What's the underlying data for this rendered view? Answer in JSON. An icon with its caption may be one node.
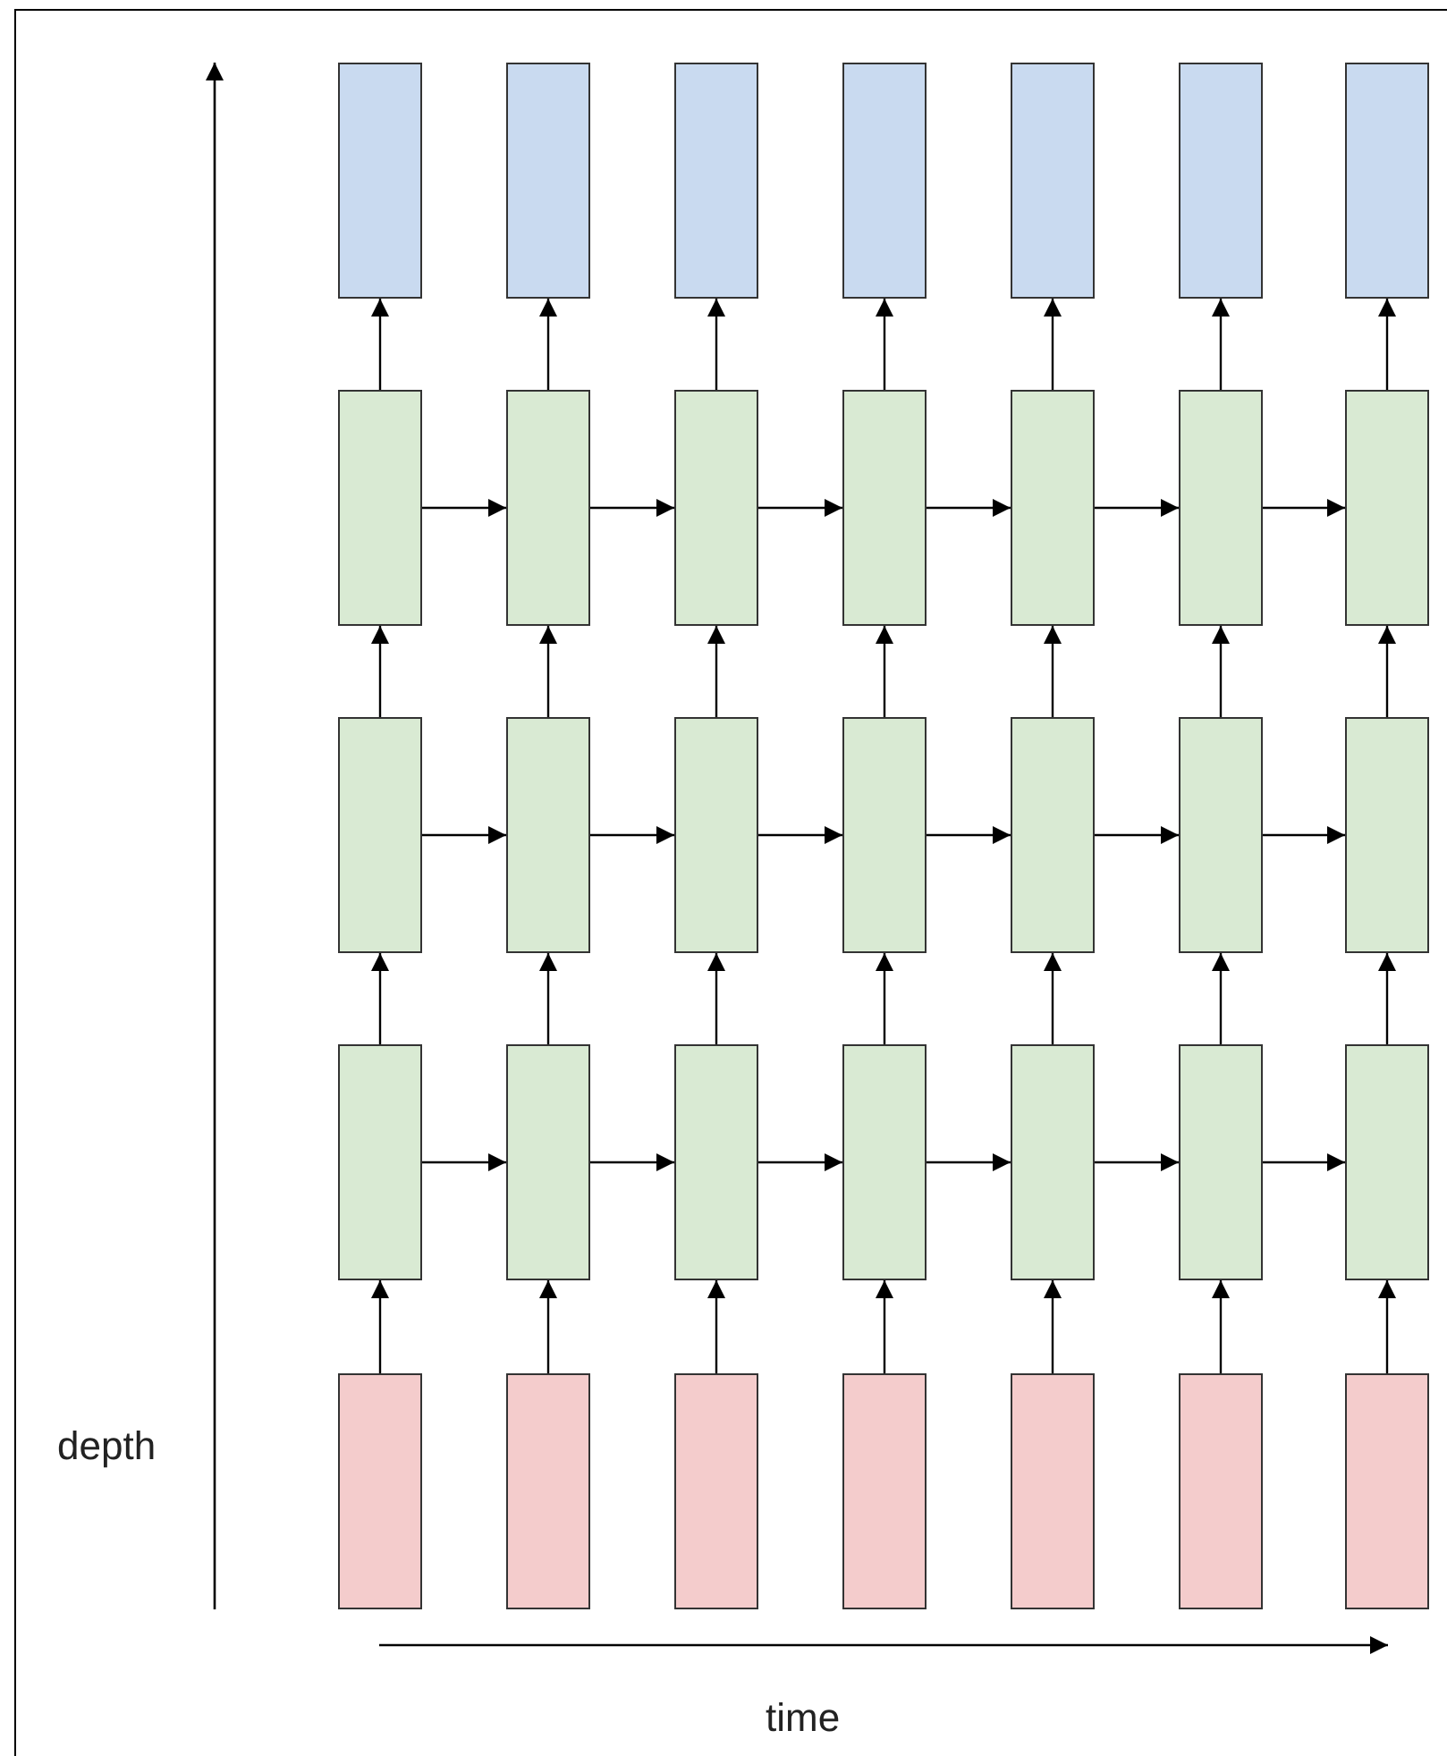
{
  "diagram": {
    "nodes": [
      {
        "text": [],
        "shape": "box"
      },
      {
        "text": [],
        "shape": "box"
      },
      {
        "text": [],
        "shape": "box"
      },
      {
        "text": [],
        "shape": "box"
      },
      {
        "text": [],
        "shape": "box"
      },
      {
        "text": [],
        "shape": "box"
      },
      {
        "text": [],
        "shape": "box"
      },
      {
        "text": [],
        "shape": "box"
      },
      {
        "text": [],
        "shape": "box"
      },
      {
        "text": [],
        "shape": "box"
      },
      {
        "text": [],
        "shape": "box"
      },
      {
        "text": [],
        "shape": "box"
      },
      {
        "text": [],
        "shape": "box"
      },
      {
        "text": [],
        "shape": "box"
      },
      {
        "text": [],
        "shape": "box"
      },
      {
        "text": [],
        "shape": "box"
      },
      {
        "text": [],
        "shape": "box"
      },
      {
        "text": [],
        "shape": "box"
      },
      {
        "text": [],
        "shape": "box"
      },
      {
        "text": [],
        "shape": "box"
      },
      {
        "text": [],
        "shape": "box"
      },
      {
        "text": [],
        "shape": "box"
      },
      {
        "text": [],
        "shape": "box"
      },
      {
        "text": [],
        "shape": "box"
      },
      {
        "text": [],
        "shape": "box"
      },
      {
        "text": [],
        "shape": "box"
      },
      {
        "text": [],
        "shape": "box"
      },
      {
        "text": [],
        "shape": "box"
      },
      {
        "text": [],
        "shape": "box"
      },
      {
        "text": [],
        "shape": "box"
      },
      {
        "text": [],
        "shape": "box"
      },
      {
        "text": [],
        "shape": "box"
      },
      {
        "text": [],
        "shape": "box"
      },
      {
        "text": [],
        "shape": "box"
      },
      {
        "text": [],
        "shape": "box"
      }
    ],
    "edges": [
      {
        "from": 7,
        "to": 0,
        "arrow": "to"
      },
      {
        "from": 8,
        "to": 1,
        "arrow": "to"
      },
      {
        "from": 9,
        "to": 2,
        "arrow": "to"
      },
      {
        "from": 10,
        "to": 3,
        "arrow": "to"
      },
      {
        "from": 11,
        "to": 4,
        "arrow": "to"
      },
      {
        "from": 12,
        "to": 5,
        "arrow": "to"
      },
      {
        "from": 13,
        "to": 6,
        "arrow": "to"
      },
      {
        "from": 7,
        "to": 8,
        "arrow": "to"
      },
      {
        "from": 8,
        "to": 9,
        "arrow": "to"
      },
      {
        "from": 9,
        "to": 10,
        "arrow": "to"
      },
      {
        "from": 10,
        "to": 11,
        "arrow": "to"
      },
      {
        "from": 11,
        "to": 12,
        "arrow": "to"
      },
      {
        "from": 12,
        "to": 13,
        "arrow": "to"
      },
      {
        "from": 14,
        "to": 7,
        "arrow": "to"
      },
      {
        "from": 15,
        "to": 8,
        "arrow": "to"
      },
      {
        "from": 16,
        "to": 9,
        "arrow": "to"
      },
      {
        "from": 17,
        "to": 10,
        "arrow": "to"
      },
      {
        "from": 18,
        "to": 11,
        "arrow": "to"
      },
      {
        "from": 19,
        "to": 12,
        "arrow": "to"
      },
      {
        "from": 20,
        "to": 13,
        "arrow": "to"
      },
      {
        "from": 14,
        "to": 15,
        "arrow": "to"
      },
      {
        "from": 15,
        "to": 16,
        "arrow": "to"
      },
      {
        "from": 16,
        "to": 17,
        "arrow": "to"
      },
      {
        "from": 17,
        "to": 18,
        "arrow": "to"
      },
      {
        "from": 18,
        "to": 19,
        "arrow": "to"
      },
      {
        "from": 19,
        "to": 20,
        "arrow": "to"
      },
      {
        "from": 21,
        "to": 14,
        "arrow": "to"
      },
      {
        "from": 22,
        "to": 15,
        "arrow": "to"
      },
      {
        "from": 23,
        "to": 16,
        "arrow": "to"
      },
      {
        "from": 24,
        "to": 17,
        "arrow": "to"
      },
      {
        "from": 25,
        "to": 18,
        "arrow": "to"
      },
      {
        "from": 26,
        "to": 19,
        "arrow": "to"
      },
      {
        "from": 27,
        "to": 20,
        "arrow": "to"
      },
      {
        "from": 21,
        "to": 22,
        "arrow": "to"
      },
      {
        "from": 22,
        "to": 23,
        "arrow": "to"
      },
      {
        "from": 23,
        "to": 24,
        "arrow": "to"
      },
      {
        "from": 24,
        "to": 25,
        "arrow": "to"
      },
      {
        "from": 25,
        "to": 26,
        "arrow": "to"
      },
      {
        "from": 26,
        "to": 27,
        "arrow": "to"
      },
      {
        "from": 28,
        "to": 21,
        "arrow": "to"
      },
      {
        "from": 29,
        "to": 22,
        "arrow": "to"
      },
      {
        "from": 30,
        "to": 23,
        "arrow": "to"
      },
      {
        "from": 31,
        "to": 24,
        "arrow": "to"
      },
      {
        "from": 32,
        "to": 25,
        "arrow": "to"
      },
      {
        "from": 33,
        "to": 26,
        "arrow": "to"
      },
      {
        "from": 34,
        "to": 27,
        "arrow": "to"
      }
    ],
    "labels": [
      "depth",
      "time"
    ]
  }
}
